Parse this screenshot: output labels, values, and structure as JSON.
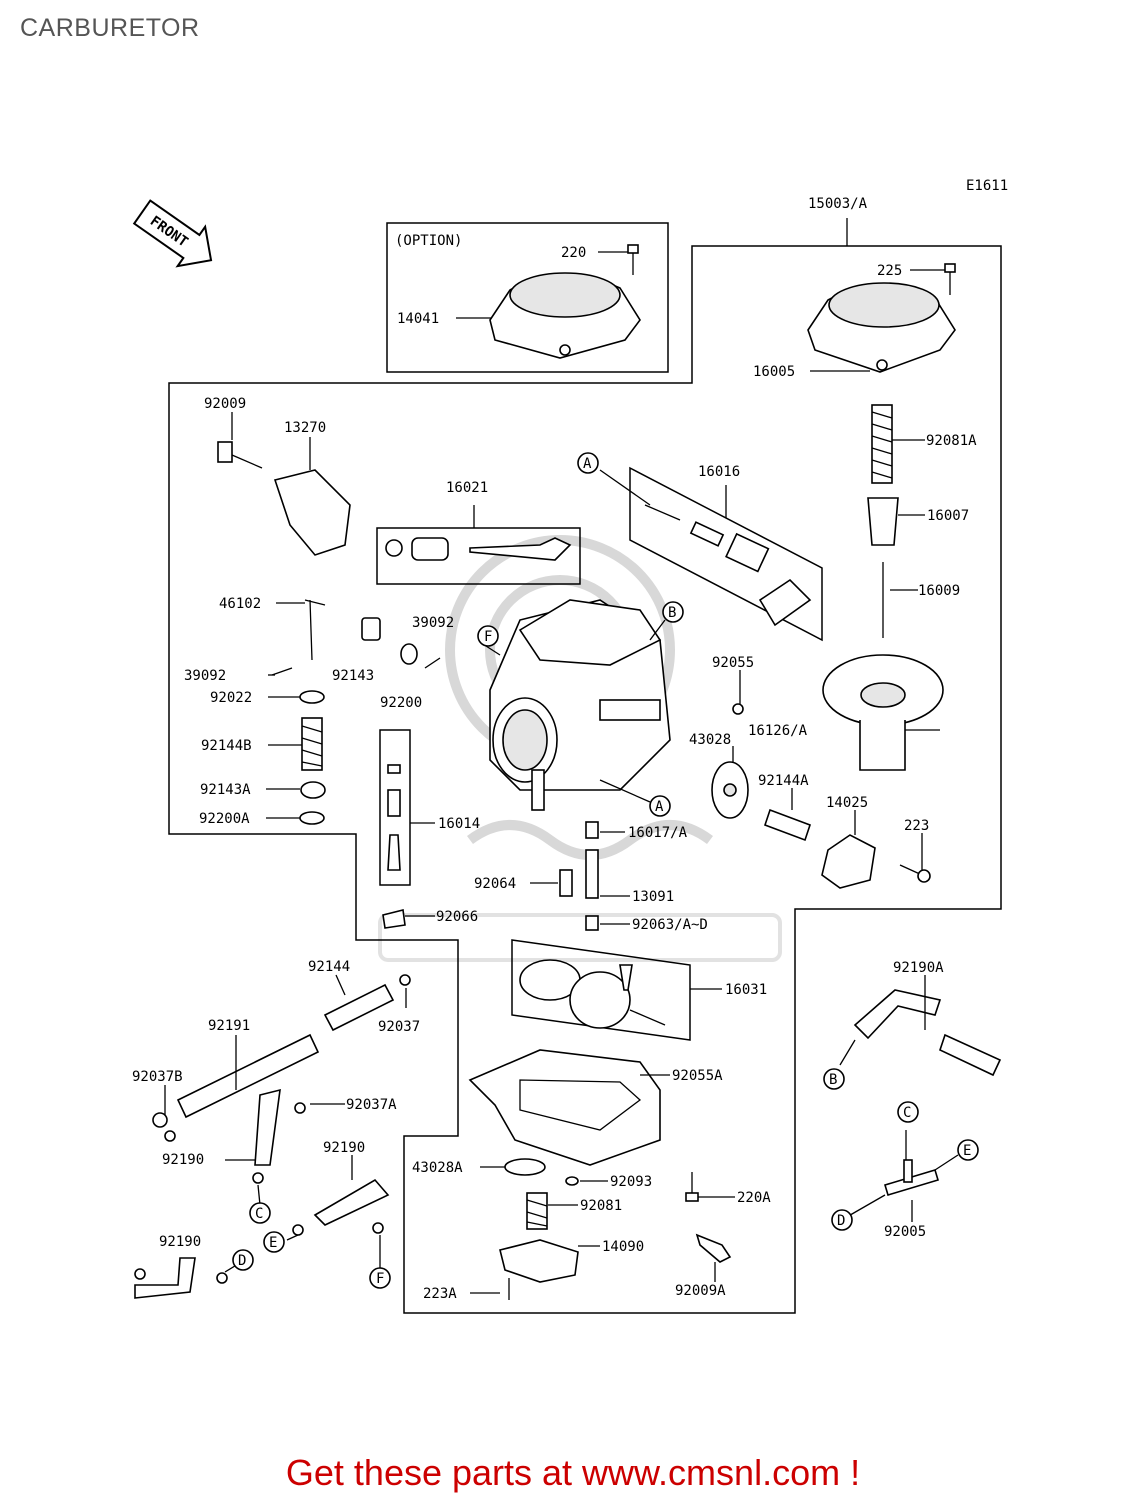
{
  "header": {
    "title": "CARBURETOR"
  },
  "footer": {
    "promo": "Get these parts at www.cmsnl.com !"
  },
  "diagram": {
    "ref_code": "E1611",
    "front_label": "FRONT",
    "option_label": "(OPTION)",
    "callouts": [
      "A",
      "B",
      "C",
      "D",
      "E",
      "F"
    ],
    "parts": [
      "15003/A",
      "220",
      "14041",
      "225",
      "16005",
      "92081A",
      "16007",
      "16009",
      "16126/A",
      "92009",
      "13270",
      "16021",
      "16016",
      "46102",
      "39092",
      "92143",
      "92200",
      "92022",
      "92144B",
      "92143A",
      "92200A",
      "16014",
      "92055",
      "43028",
      "92144A",
      "14025",
      "223",
      "16017/A",
      "92064",
      "13091",
      "92066",
      "92063/A~D",
      "16031",
      "92144",
      "92037",
      "92191",
      "92037B",
      "92037A",
      "92190",
      "92190A",
      "92055A",
      "43028A",
      "92093",
      "220A",
      "92081",
      "14090",
      "223A",
      "92009A",
      "92005"
    ]
  }
}
